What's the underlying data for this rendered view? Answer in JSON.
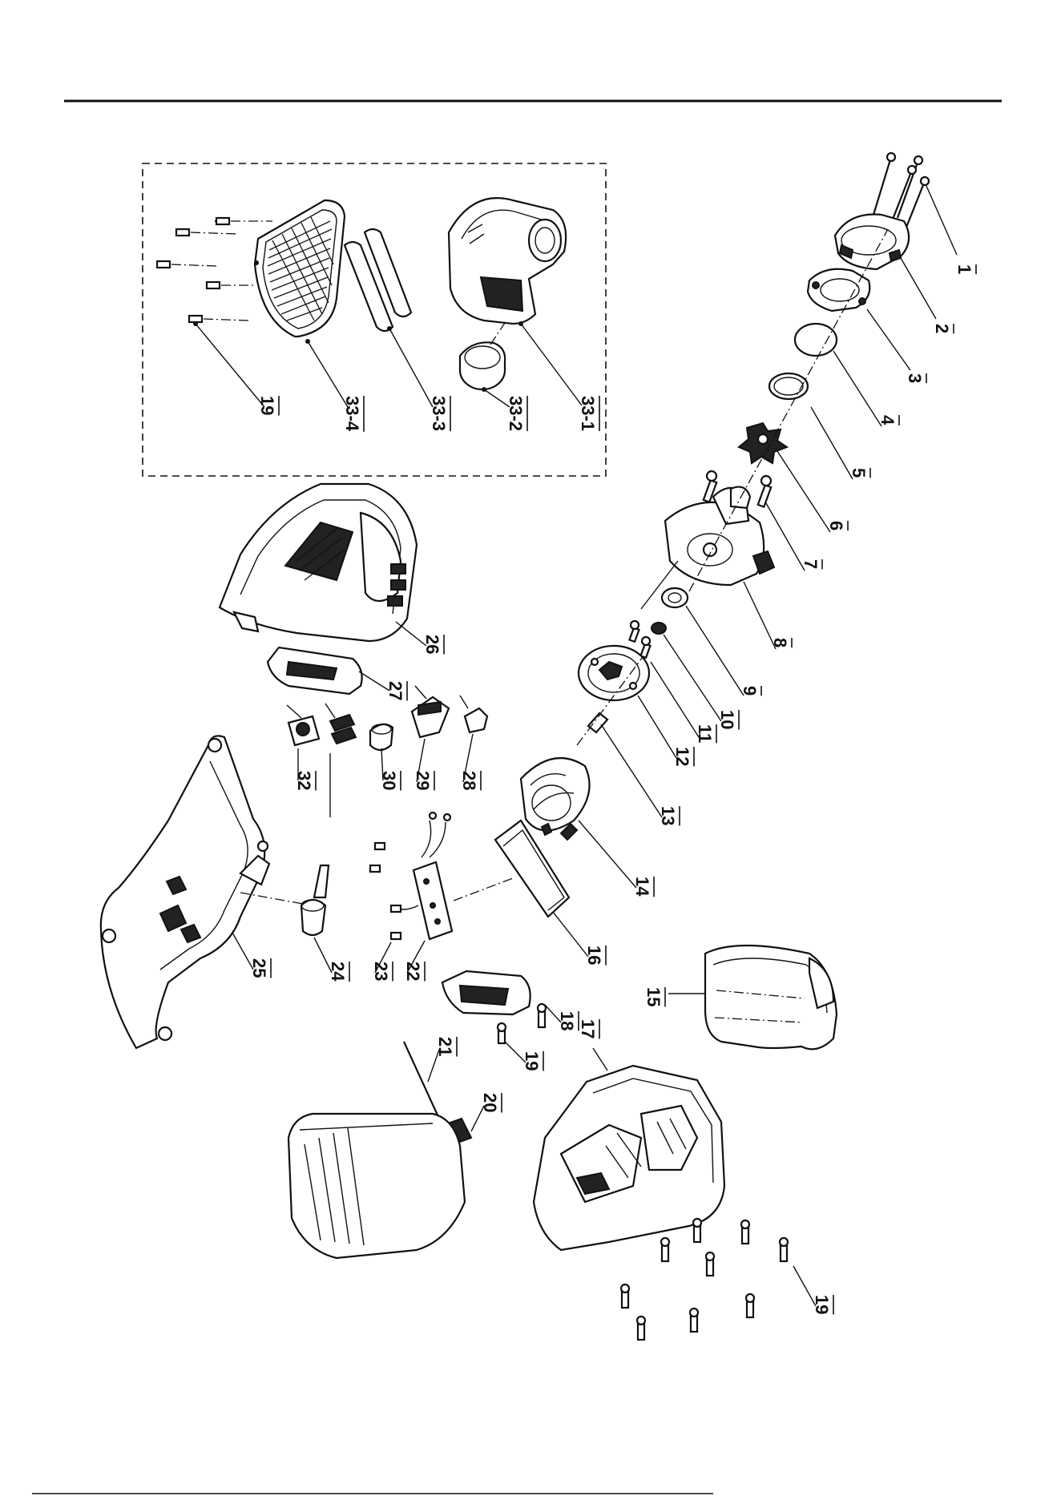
{
  "callouts": [
    {
      "id": "c1",
      "text": "1"
    },
    {
      "id": "c2",
      "text": "2"
    },
    {
      "id": "c3",
      "text": "3"
    },
    {
      "id": "c4",
      "text": "4"
    },
    {
      "id": "c5",
      "text": "5"
    },
    {
      "id": "c6",
      "text": "6"
    },
    {
      "id": "c7",
      "text": "7"
    },
    {
      "id": "c8",
      "text": "8"
    },
    {
      "id": "c9",
      "text": "9"
    },
    {
      "id": "c10",
      "text": "10"
    },
    {
      "id": "c11",
      "text": "11"
    },
    {
      "id": "c12",
      "text": "12"
    },
    {
      "id": "c13",
      "text": "13"
    },
    {
      "id": "c14",
      "text": "14"
    },
    {
      "id": "c15",
      "text": "15"
    },
    {
      "id": "c16",
      "text": "16"
    },
    {
      "id": "c17",
      "text": "17"
    },
    {
      "id": "c18",
      "text": "18"
    },
    {
      "id": "c19a",
      "text": "19"
    },
    {
      "id": "c19b",
      "text": "19"
    },
    {
      "id": "c19c",
      "text": "19"
    },
    {
      "id": "c20",
      "text": "20"
    },
    {
      "id": "c21",
      "text": "21"
    },
    {
      "id": "c22",
      "text": "22"
    },
    {
      "id": "c23",
      "text": "23"
    },
    {
      "id": "c24",
      "text": "24"
    },
    {
      "id": "c25",
      "text": "25"
    },
    {
      "id": "c26",
      "text": "26"
    },
    {
      "id": "c27",
      "text": "27"
    },
    {
      "id": "c28",
      "text": "28"
    },
    {
      "id": "c29",
      "text": "29"
    },
    {
      "id": "c30",
      "text": "30"
    },
    {
      "id": "c32",
      "text": "32"
    },
    {
      "id": "c33_1",
      "text": "33-1"
    },
    {
      "id": "c33_2",
      "text": "33-2"
    },
    {
      "id": "c33_3",
      "text": "33-3"
    },
    {
      "id": "c33_4",
      "text": "33-4"
    }
  ]
}
